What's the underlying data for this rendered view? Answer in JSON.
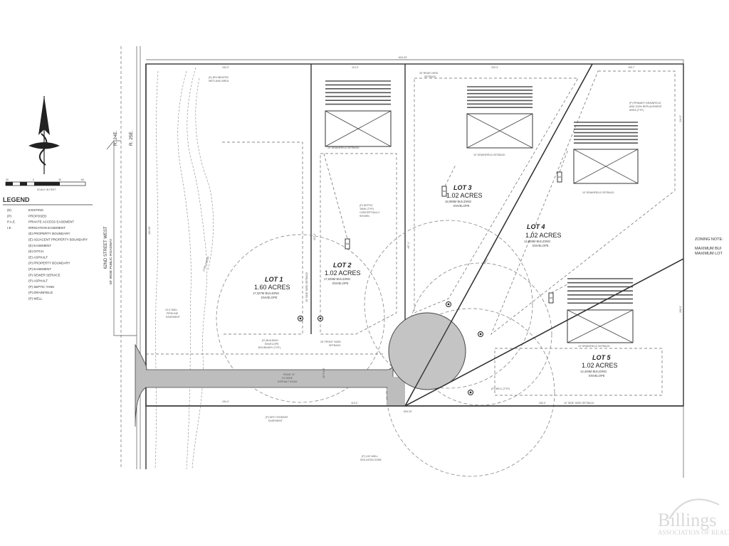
{
  "lots": [
    {
      "label": "LOT 1",
      "acres": "1.60 ACRES",
      "envelope_line1": "17,327M BUILDING",
      "envelope_line2": "ENVELOPE"
    },
    {
      "label": "LOT 2",
      "acres": "1.02 ACRES",
      "envelope_line1": "17,639M BUILDING",
      "envelope_line2": "ENVELOPE"
    },
    {
      "label": "LOT 3",
      "acres": "1.02 ACRES",
      "envelope_line1": "18,098M BUILDING",
      "envelope_line2": "ENVELOPE"
    },
    {
      "label": "LOT 4",
      "acres": "1.02 ACRES",
      "envelope_line1": "14,858M BUILDING",
      "envelope_line2": "ENVELOPE"
    },
    {
      "label": "LOT 5",
      "acres": "1.02 ACRES",
      "envelope_line1": "14,449M BUILDING",
      "envelope_line2": "ENVELOPE"
    }
  ],
  "road": {
    "name": "62ND STREET WEST",
    "width_note": "60' WIDE PUBLIC ROADWAY",
    "range_left": "R. 24E.",
    "range_right": "R. 25E.",
    "road_a_line1": "ROAD \"A\"",
    "road_a_line2": "24' WIDE",
    "road_a_line3": "ASPHALT ROAD"
  },
  "legend": {
    "title": "LEGEND",
    "scale_label": "SCALE IN FEET",
    "scale_ticks": [
      "30",
      "0",
      "30",
      "60"
    ],
    "items": [
      {
        "code": "(E)",
        "text": "EXISTING"
      },
      {
        "code": "(P)",
        "text": "PROPOSED"
      },
      {
        "code": "P.A.E.",
        "text": "PRIVATE ACCESS EASEMENT"
      },
      {
        "code": "I.E.",
        "text": "IRRIGATION EASEMENT"
      },
      {
        "code": "",
        "text": "(E) PROPERTY BOUNDARY"
      },
      {
        "code": "",
        "text": "(E) ADJACENT PROPERTY BOUNDARY"
      },
      {
        "code": "",
        "text": "(E) EASEMENT"
      },
      {
        "code": "",
        "text": "(E) DITCH"
      },
      {
        "code": "",
        "text": "(E) ASPHALT"
      },
      {
        "code": "",
        "text": "(P) PROPERTY BOUNDARY"
      },
      {
        "code": "",
        "text": "(P) EASEMENT"
      },
      {
        "code": "",
        "text": "(P) SEWER SERVICE"
      },
      {
        "code": "",
        "text": "(P) ASPHALT"
      },
      {
        "code": "",
        "text": "(P) SEPTIC TANK"
      },
      {
        "code": "",
        "text": "(P) DRAINFIELD"
      },
      {
        "code": "",
        "text": "(P) WELL"
      }
    ]
  },
  "dimensions": {
    "top_total": "634.33'",
    "top_seg1": "194.3'",
    "top_seg2": "110.0'",
    "top_seg3": "220.3'",
    "top_seg4": "109.7'",
    "bottom_total": "634.33'",
    "bottom_seg1": "194.4'",
    "bottom_seg2": "110.0'",
    "bottom_seg3": "330.0'",
    "left_side": "403.00'",
    "right_side": "268.9'",
    "lot2_side": "407.4'",
    "lot3_side": "407.4'",
    "right_upper": "134.5'",
    "lot4_diag": "389.1'",
    "pae": "30' P.A.E."
  },
  "notes": {
    "wetland": [
      "(E) DELINEATED",
      "WETLAND AREA"
    ],
    "creek": "COW CREEK",
    "pipeline": [
      "10.0' MDU",
      "PIPELINE",
      "EASEMENT"
    ],
    "septic": [
      "(P) SEPTIC",
      "TANK (TYP.)",
      "CONCEPTUALLY",
      "SHOWN"
    ],
    "building_env": [
      "(P) BUILDING",
      "ENVELOPE",
      "BOUNDARY (TYP.)"
    ],
    "front_yard": [
      "25' FRONT YARD",
      "SETBACK"
    ],
    "rear_yard": [
      "25' REAR YARD",
      "SETBACK"
    ],
    "drainfield_setback": "10' DRAINFIELD SETBACK",
    "side_yard": "10' SIDE YARD SETBACK",
    "primary_drainfield": [
      "(P) PRIMARY DRAINFIELD",
      "AND 100% REPLACEMENT",
      "AREA (TYP.)"
    ],
    "hydrant": [
      "(P) DRY HYDRANT",
      "EASEMENT"
    ],
    "well_typ": "(P) WELL (TYP.)",
    "well_zone": [
      "(P) 100' WELL",
      "ISOLATION ZONE"
    ],
    "zoning": [
      "ZONING NOTE:",
      "MAXIMUM BUI",
      "MAXIMUM LOT"
    ]
  },
  "watermark": {
    "line1": "Billings",
    "line2": "ASSOCIATION OF REALTORS"
  },
  "colors": {
    "line": "#333333",
    "asphalt": "#bdbdbd",
    "cul_de_sac": "#c4c4c4",
    "watermark": "#d9d9d9"
  }
}
